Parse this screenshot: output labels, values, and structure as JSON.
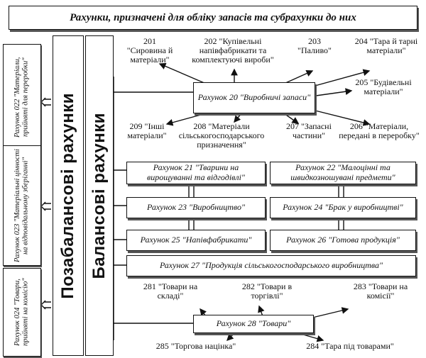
{
  "title": "Рахунки, призначені для обліку запасів та субрахунки до них",
  "off_balance": {
    "label": "Позабалансові рахунки",
    "items": [
      "Рахунок 022 \"Матеріали, прийняті для переробки\"",
      "Рахунок 023 \"Матеріальні цінності на відповідальному зберіганні\"",
      "Рахунок 024 \"Товари, прийняті на комісію\""
    ]
  },
  "balance_label": "Балансові рахунки",
  "acc20": {
    "title": "Рахунок 20 \"Виробничі запаси\"",
    "subs_top": [
      "201 \"Сировина й матеріали\"",
      "202 \"Купівельні напівфабрикати та комплектуючі вироби\"",
      "203 \"Паливо\"",
      "204 \"Тара й тарні матеріали\""
    ],
    "sub_right": "205 \"Будівельні матеріали\"",
    "subs_bottom": [
      "209 \"Інші матеріали\"",
      "208 \"Матеріали сільськогосподарського призначення\"",
      "207 \"Запасні частини\"",
      "206 \"Матеріали, передані в переробку\""
    ]
  },
  "acc21": "Рахунок 21 \"Тварини на вирощуванні та відгодівлі\"",
  "acc22": "Рахунок 22 \"Малоцінні та швидкозношувані предмети\"",
  "acc23": "Рахунок 23 \"Виробництво\"",
  "acc24": "Рахунок 24 \"Брак у виробництві\"",
  "acc25": "Рахунок 25 \"Напівфабрикати\"",
  "acc26": "Рахунок 26 \"Готова продукція\"",
  "acc27": "Рахунок 27 \"Продукція сільськогосподарського виробництва\"",
  "acc28": {
    "title": "Рахунок 28 \"Товари\"",
    "subs": [
      "281 \"Товари на складі\"",
      "282 \"Товари в торгівлі\"",
      "283 \"Товари на комісії\"",
      "285 \"Торгова націнка\"",
      "284 \"Тара під товарами\""
    ]
  }
}
